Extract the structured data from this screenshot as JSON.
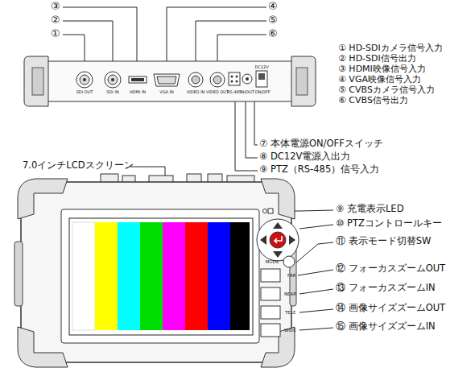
{
  "diagram": {
    "labels": [
      "③",
      "②",
      "①",
      "④",
      "⑤",
      "⑥",
      "① HD-SDIカメラ信号入力",
      "② HD-SDI信号出力",
      "③ HDMI映像信号入力",
      "④ VGA映像信号入力",
      "⑤ CVBSカメラ信号入力",
      "⑥ CVBS信号出力",
      "SDI OUT",
      "SDI IN",
      "HDMI IN",
      "VGA IN",
      "VIDEO IN",
      "VIDEO OUT",
      "RS-485",
      "IN/OUT",
      "DC12V",
      "ON/OFF",
      "⑦ 本体電源ON/OFFスイッチ",
      "⑧ DC12V電源入出力",
      "⑨ PTZ（RS-485）信号入力",
      "7.0インチLCDスクリーン",
      "⑨ 充電表示LED",
      "⑩ PTZコントロールキー",
      "MODE",
      "FAR",
      "NEAR",
      "TELE",
      "WIDE",
      "⑪ 表示モード切替SW",
      "⑫ フォーカスズームOUT",
      "⑬ フォーカスズームIN",
      "⑭ 画像サイズズームOUT",
      "⑮ 画像サイズズームIN"
    ]
  }
}
